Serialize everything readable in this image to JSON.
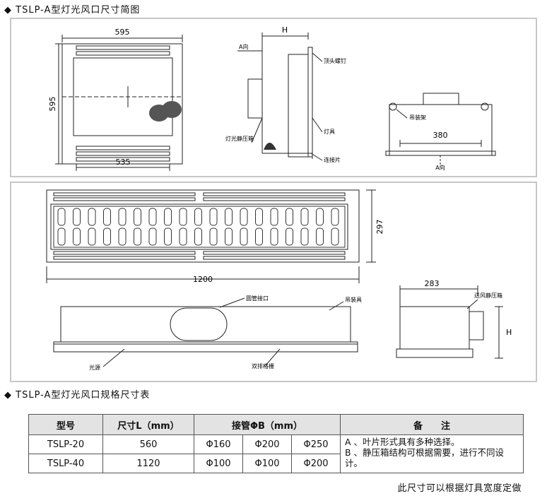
{
  "section1_title": "◆ TSLP-A型灯光风口尺寸简图",
  "section2_title": "◆ TSLP-A型灯光风口规格尺寸表",
  "diagram1": {
    "dim_top": "595",
    "dim_left": "595",
    "dim_bottom": "535",
    "dim_h": "H",
    "label_a_dir": "A向",
    "label_lamp_ballast": "灯光静压箱",
    "label_lamp": "灯具",
    "label_fix_screw": "顶头螺钉",
    "label_connector": "连接片",
    "label_bracket": "吊装架",
    "dim_380": "380",
    "label_a_view": "A向"
  },
  "diagram2": {
    "dim_1200": "1200",
    "dim_297": "297",
    "label_duct": "圆管接口",
    "label_hanger": "吊装具",
    "label_light_strip": "光源",
    "label_blades": "双排格栅",
    "dim_283": "283",
    "label_box": "送风静压箱",
    "dim_h2": "H"
  },
  "table": {
    "headers": [
      "型号",
      "尺寸L（mm）",
      "接管ΦB（mm）",
      "备　　注"
    ],
    "rows": [
      {
        "model": "TSLP-20",
        "size": "560",
        "b1": "Φ160",
        "b2": "Φ200",
        "b3": "Φ250"
      },
      {
        "model": "TSLP-40",
        "size": "1120",
        "b1": "Φ100",
        "b2": "Φ100",
        "b3": "Φ200"
      }
    ],
    "note_a": "A 、叶片形式具有多种选择。",
    "note_b": "B 、静压箱结构可根据需要，进行不同设计。"
  },
  "footer": "此尺寸可以根据灯具宽度定做"
}
